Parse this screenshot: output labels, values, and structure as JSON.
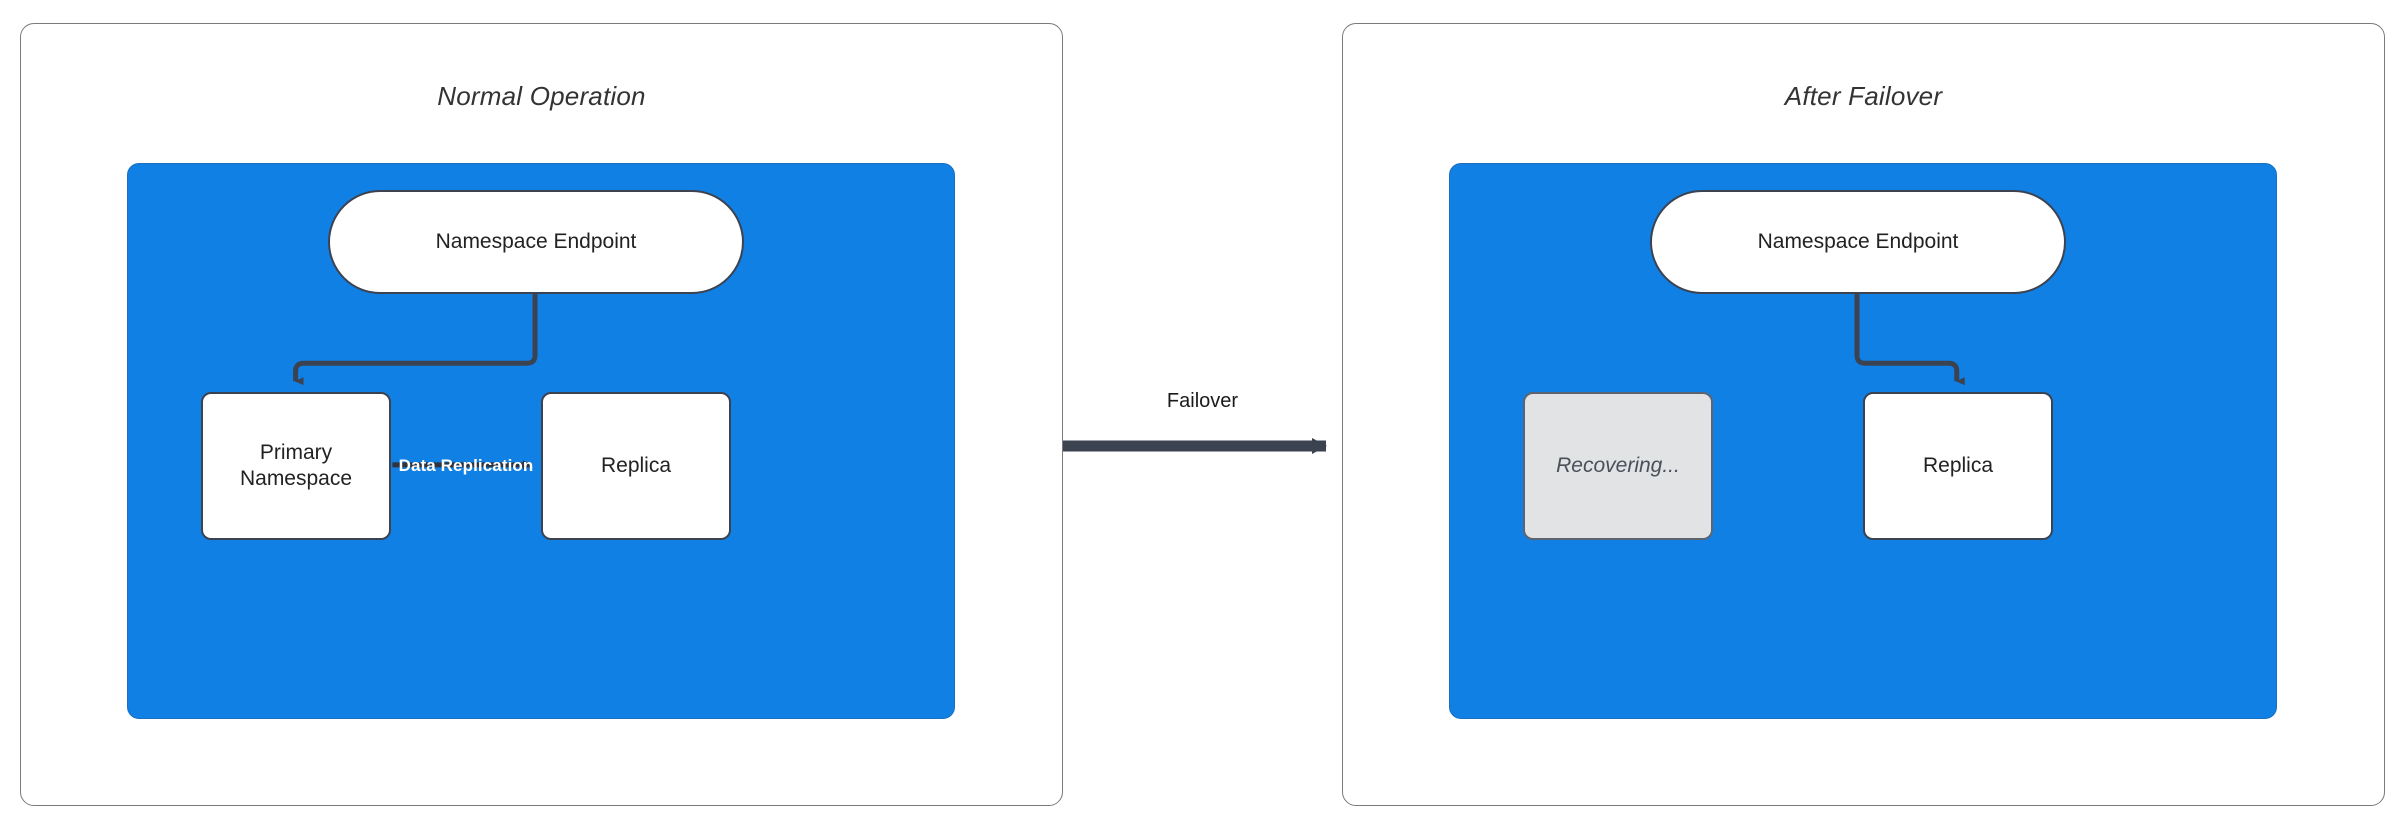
{
  "diagram": {
    "title_left": "Normal Operation",
    "title_right": "After Failover",
    "transition_label": "Failover",
    "colors": {
      "cluster_blue": "#1180e5",
      "edge_dark": "#3b4250",
      "node_white": "#ffffff",
      "muted_gray": "#e1e3e5",
      "panel_border": "#7a7a7a",
      "title_text": "#333333",
      "replication_label": "#ffffff"
    },
    "panels": [
      {
        "id": "normal-operation",
        "title": "Normal Operation",
        "nodes": [
          {
            "id": "endpoint",
            "label": "Namespace Endpoint",
            "shape": "pill",
            "state": "active"
          },
          {
            "id": "primary",
            "label": "Primary\nNamespace",
            "line1": "Primary",
            "line2": "Namespace",
            "shape": "box",
            "state": "active"
          },
          {
            "id": "replica",
            "label": "Replica",
            "shape": "box",
            "state": "active"
          }
        ],
        "edges": [
          {
            "from": "endpoint",
            "to": "primary",
            "label": ""
          },
          {
            "from": "primary",
            "to": "replica",
            "label": "Data Replication"
          }
        ]
      },
      {
        "id": "after-failover",
        "title": "After Failover",
        "nodes": [
          {
            "id": "endpoint",
            "label": "Namespace Endpoint",
            "shape": "pill",
            "state": "active"
          },
          {
            "id": "recovering",
            "label": "Recovering...",
            "shape": "box",
            "state": "muted"
          },
          {
            "id": "replica",
            "label": "Replica",
            "shape": "box",
            "state": "active"
          }
        ],
        "edges": [
          {
            "from": "endpoint",
            "to": "replica",
            "label": ""
          }
        ]
      }
    ]
  }
}
